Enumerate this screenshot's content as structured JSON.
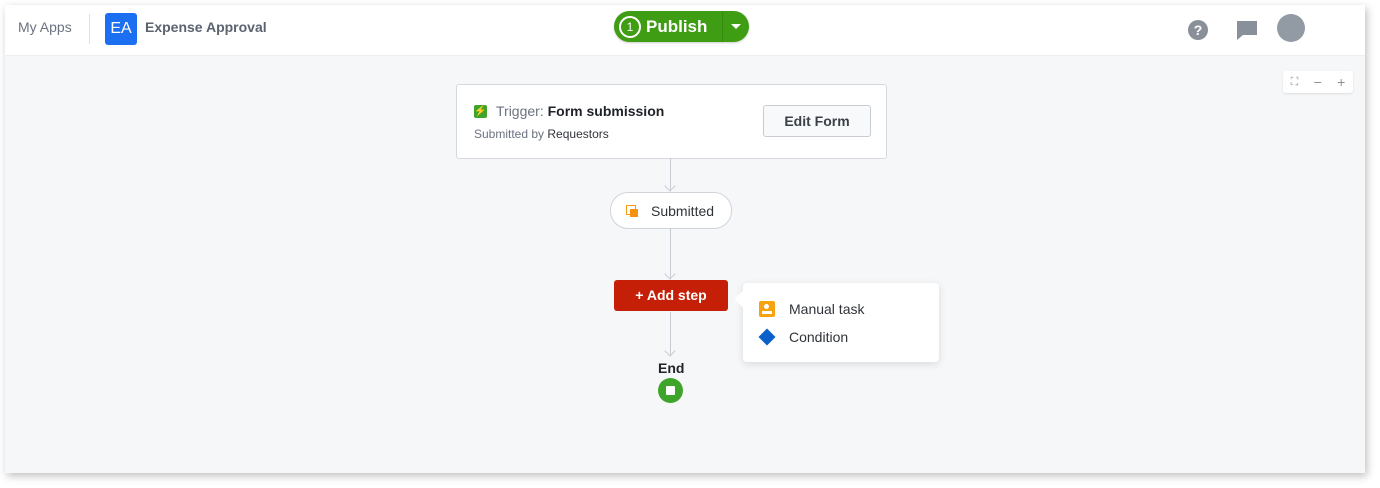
{
  "header": {
    "my_apps": "My Apps",
    "app_initials": "EA",
    "app_name": "Expense Approval",
    "publish": {
      "badge": "1",
      "label": "Publish"
    }
  },
  "icons": {
    "help": "?",
    "chat": "chat-icon",
    "avatar": "avatar"
  },
  "zoom_controls": {
    "fit": "⛶",
    "zoom_out": "−",
    "zoom_in": "+"
  },
  "trigger": {
    "icon": "⚡",
    "key": "Trigger:",
    "value": "Form submission",
    "sub_prefix": "Submitted by",
    "sub_value": "Requestors",
    "button": "Edit Form"
  },
  "status_node": {
    "label": "Submitted"
  },
  "add_step": {
    "label": "+ Add step"
  },
  "step_menu": {
    "items": [
      {
        "label": "Manual task",
        "icon": "person-icon"
      },
      {
        "label": "Condition",
        "icon": "diamond-icon"
      }
    ]
  },
  "end_node": {
    "label": "End"
  },
  "colors": {
    "publish": "#3f9d13",
    "add_step": "#c61f07",
    "end": "#3fa52a",
    "app_badge": "#1d6ff2"
  }
}
